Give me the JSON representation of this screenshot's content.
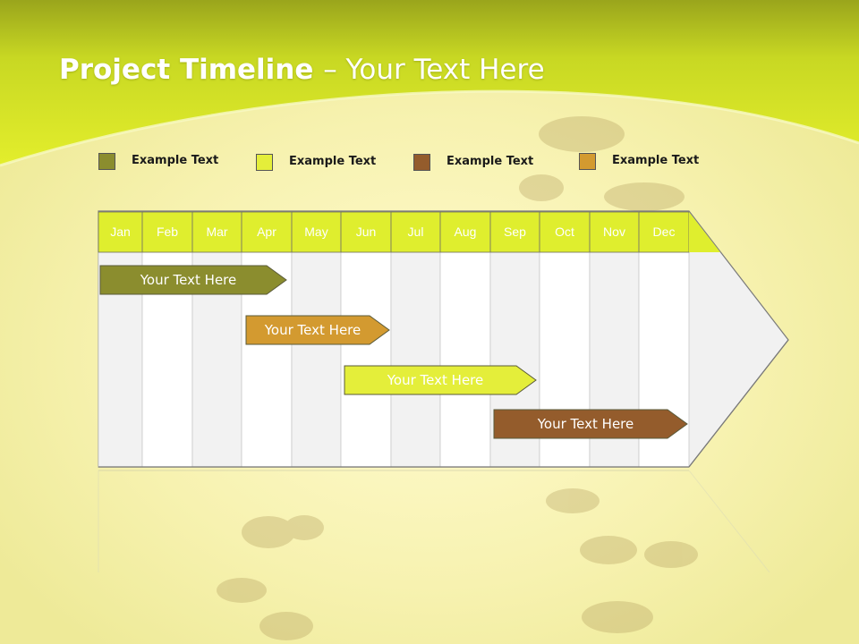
{
  "title": {
    "bold": "Project Timeline",
    "rest": "– Your Text Here"
  },
  "legend": [
    {
      "label": "Example Text",
      "color": "#8b8d2e"
    },
    {
      "label": "Example Text",
      "color": "#e4ee3a"
    },
    {
      "label": "Example Text",
      "color": "#945c2c"
    },
    {
      "label": "Example Text",
      "color": "#d39a30"
    }
  ],
  "months": [
    "Jan",
    "Feb",
    "Mar",
    "Apr",
    "May",
    "Jun",
    "Jul",
    "Aug",
    "Sep",
    "Oct",
    "Nov",
    "Dec"
  ],
  "bars": [
    {
      "label": "Your  Text Here",
      "color": "#8b8d2e",
      "start_month": "Jan",
      "end_month": "Apr"
    },
    {
      "label": "Your  Text Here",
      "color": "#d39a30",
      "start_month": "Apr",
      "end_month": "Jun"
    },
    {
      "label": "Your  Text Here",
      "color": "#e4ee3a",
      "start_month": "Jun",
      "end_month": "Sep"
    },
    {
      "label": "Your  Text Here",
      "color": "#945c2c",
      "start_month": "Sep",
      "end_month": "Dec"
    }
  ],
  "colors": {
    "header_green": "#dfee2e",
    "column_gray": "#f2f2f2",
    "column_white": "#ffffff"
  }
}
